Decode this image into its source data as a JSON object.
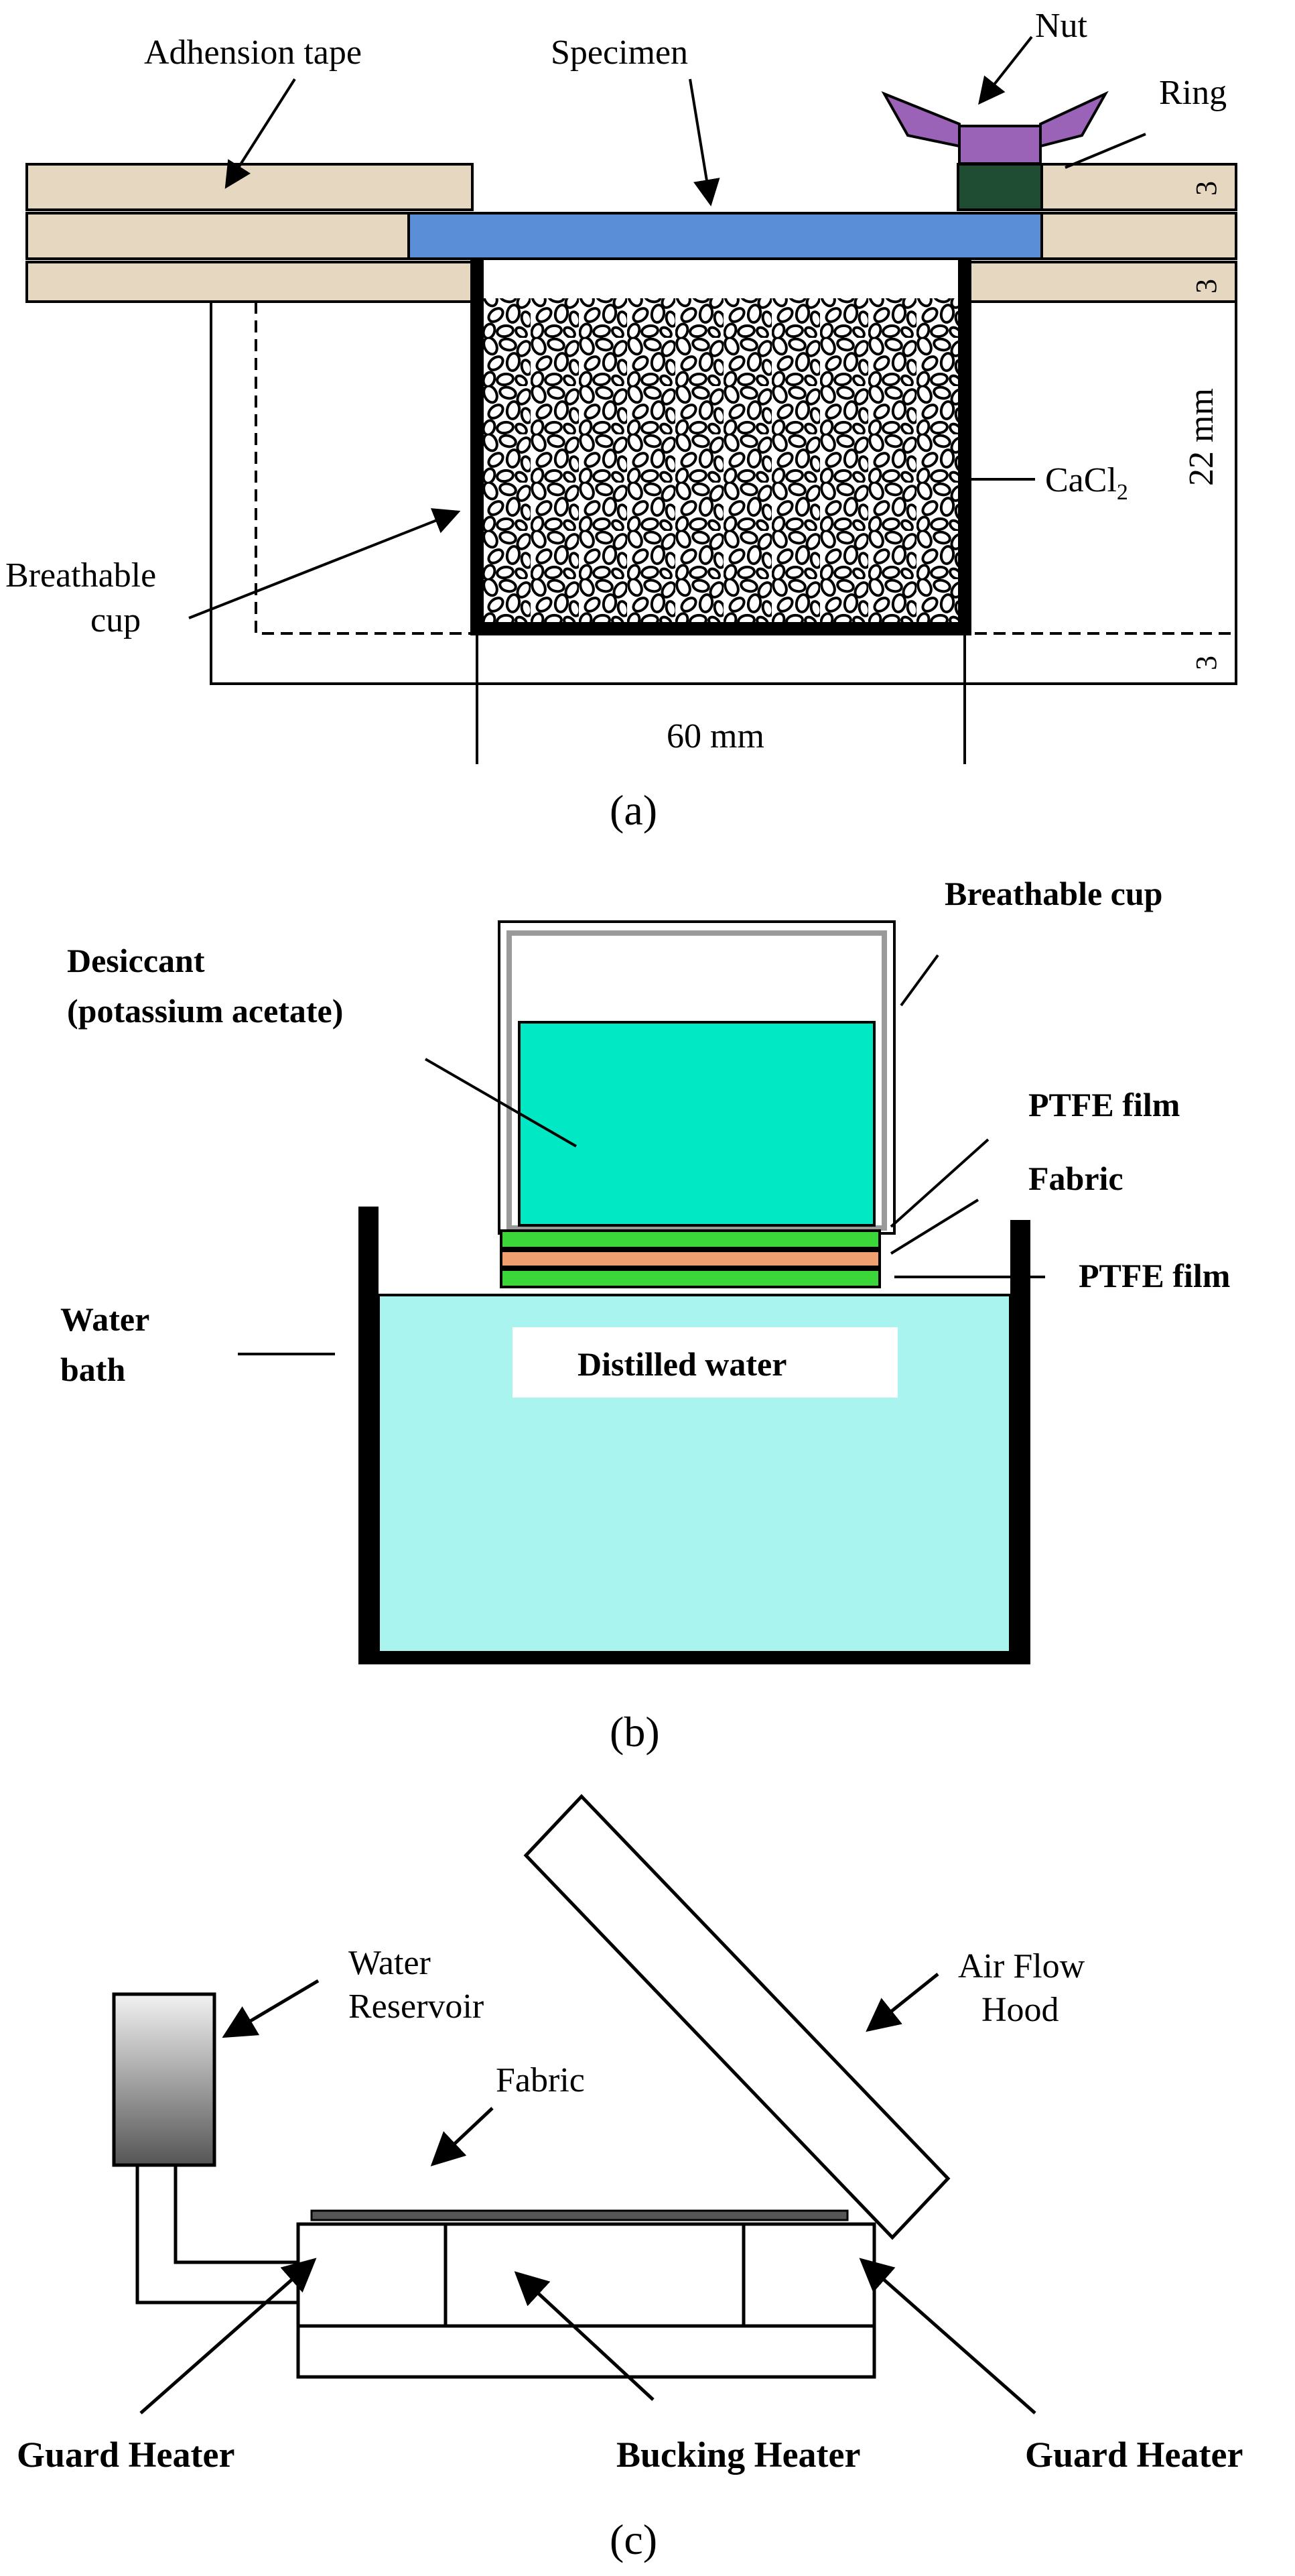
{
  "panel_a": {
    "caption": "(a)",
    "labels": {
      "adhesion_tape": "Adhension tape",
      "specimen": "Specimen",
      "nut": "Nut",
      "ring": "Ring",
      "cacl2": "CaCl",
      "cacl2_sub": "2",
      "breathable_cup_line1": "Breathable",
      "breathable_cup_line2": "cup",
      "width_dim": "60 mm",
      "height_dim": "22 mm",
      "dim_top1": "3",
      "dim_top2": "3",
      "dim_bottom": "3"
    },
    "colors": {
      "tape": "#e6d7c0",
      "specimen": "#5a8fd8",
      "nut": "#9a63b8",
      "ring": "#1f4d33"
    }
  },
  "panel_b": {
    "caption": "(b)",
    "labels": {
      "breathable_cup": "Breathable cup",
      "desiccant_line1": "Desiccant",
      "desiccant_line2": "(potassium acetate)",
      "ptfe_film_top": "PTFE film",
      "fabric": "Fabric",
      "ptfe_film_bottom": "PTFE film",
      "water_bath_line1": "Water",
      "water_bath_line2": "bath",
      "distilled_water": "Distilled water"
    },
    "colors": {
      "desiccant": "#00e8c4",
      "water": "#aaf4f0",
      "ptfe": "#3ad63a",
      "fabric": "#f0a070"
    }
  },
  "panel_c": {
    "caption": "(c)",
    "labels": {
      "water_reservoir_line1": "Water",
      "water_reservoir_line2": "Reservoir",
      "air_flow_hood_line1": "Air Flow",
      "air_flow_hood_line2": "Hood",
      "fabric": "Fabric",
      "guard_heater_left": "Guard Heater",
      "bucking_heater": "Bucking Heater",
      "guard_heater_right": "Guard Heater"
    }
  }
}
